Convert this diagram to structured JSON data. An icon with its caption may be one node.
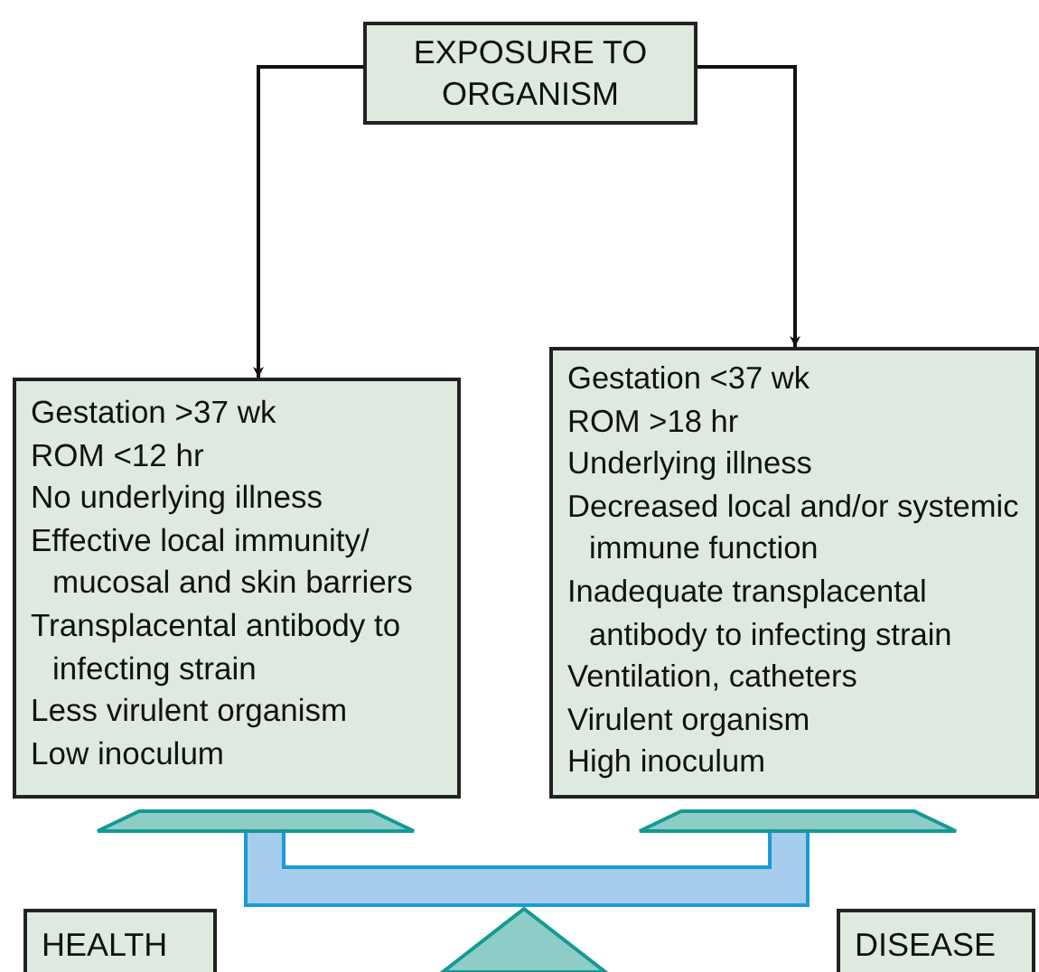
{
  "diagram": {
    "nodes": [
      {
        "text": [
          "EXPOSURE TO ORGANISM"
        ]
      },
      {
        "text": [
          "Gestation >37 wk",
          "ROM <12 hr",
          "No underlying illness",
          "Effective local immunity/ mucosal and skin barriers",
          "Transplacental antibody to infecting strain",
          "Less virulent organism",
          "Low inoculum"
        ]
      },
      {
        "text": [
          "Gestation <37 wk",
          "ROM >18 hr",
          "Underlying illness",
          "Decreased local and/or systemic immune function",
          "Inadequate transplacental antibody to infecting strain",
          "Ventilation, catheters",
          "Virulent organism",
          "High inoculum"
        ]
      },
      {
        "text": [
          "HEALTH"
        ]
      },
      {
        "text": [
          "DISEASE"
        ]
      }
    ],
    "edges": [
      {
        "from": 0,
        "to": 1,
        "arrow": "to"
      },
      {
        "from": 0,
        "to": 2,
        "arrow": "to"
      }
    ]
  }
}
